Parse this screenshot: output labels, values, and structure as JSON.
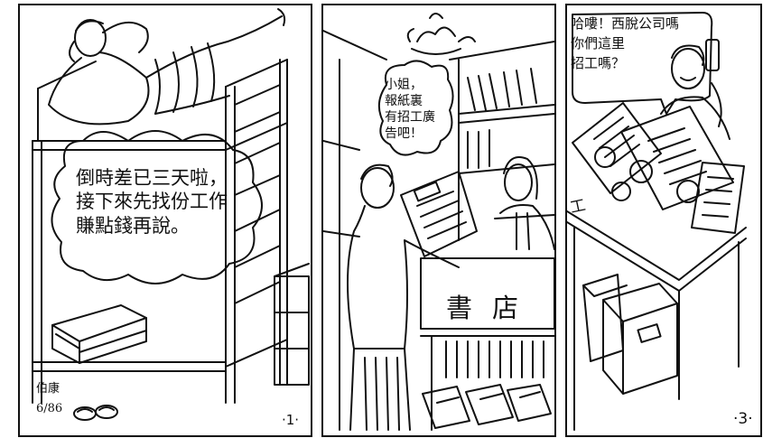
{
  "comic": {
    "panel1": {
      "speech_lines": [
        "倒時差已三天啦，",
        "接下來先找份工作",
        "賺點錢再說。"
      ],
      "signature": [
        "伯康",
        "6/86"
      ],
      "panel_number": "·1·"
    },
    "panel2": {
      "speech_lines": [
        "小姐，",
        "報紙裏",
        "有招工廣",
        "告吧！"
      ],
      "shop_sign": "書店"
    },
    "panel3": {
      "speech_lines": [
        "哈嘍！西脫公司嗎",
        "你們這里",
        "招工嗎？"
      ],
      "newspaper_mark": "工",
      "panel_number": "·3·"
    }
  }
}
